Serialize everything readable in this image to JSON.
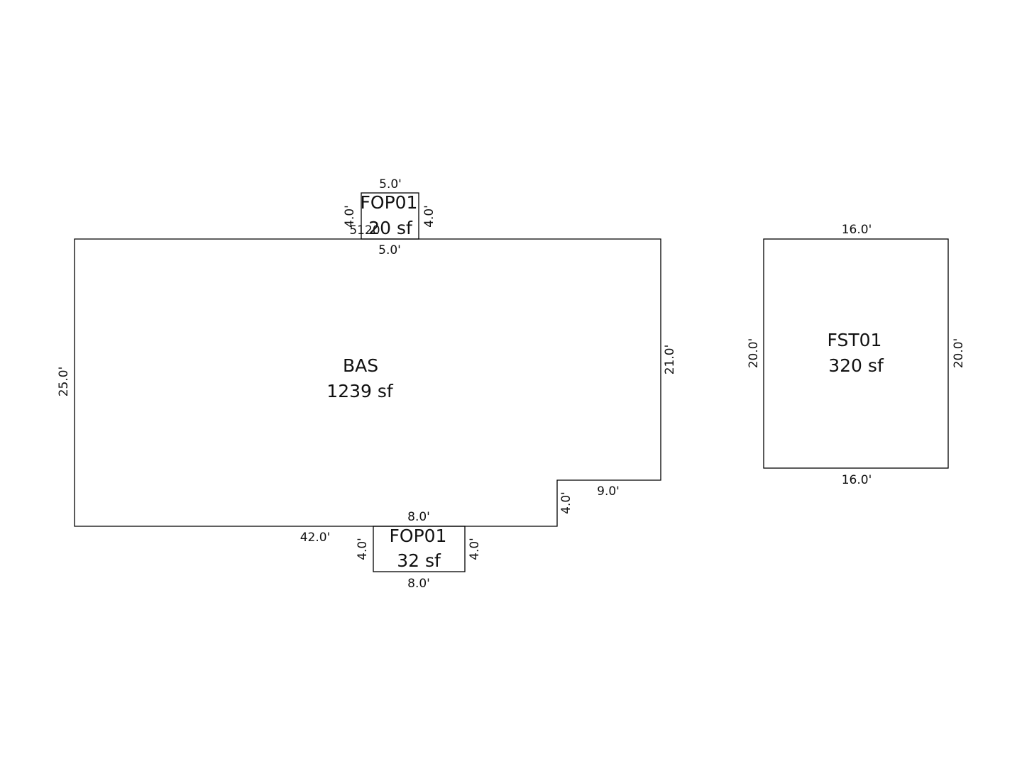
{
  "sketch": {
    "bas": {
      "name": "BAS",
      "area": "1239 sf",
      "dims": {
        "left": "25.0'",
        "right": "21.0'",
        "bottom": "42.0'",
        "step_horizontal": "9.0'",
        "step_vertical": "4.0'"
      }
    },
    "fop_top": {
      "name": "FOP01",
      "area": "20 sf",
      "overlap_text": "5120",
      "dims": {
        "top": "5.0'",
        "bottom": "5.0'",
        "left": "4.0'",
        "right": "4.0'"
      }
    },
    "fop_bottom": {
      "name": "FOP01",
      "area": "32 sf",
      "dims": {
        "top": "8.0'",
        "bottom": "8.0'",
        "left": "4.0'",
        "right": "4.0'"
      }
    },
    "fst": {
      "name": "FST01",
      "area": "320 sf",
      "dims": {
        "top": "16.0'",
        "bottom": "16.0'",
        "left": "20.0'",
        "right": "20.0'"
      }
    }
  }
}
